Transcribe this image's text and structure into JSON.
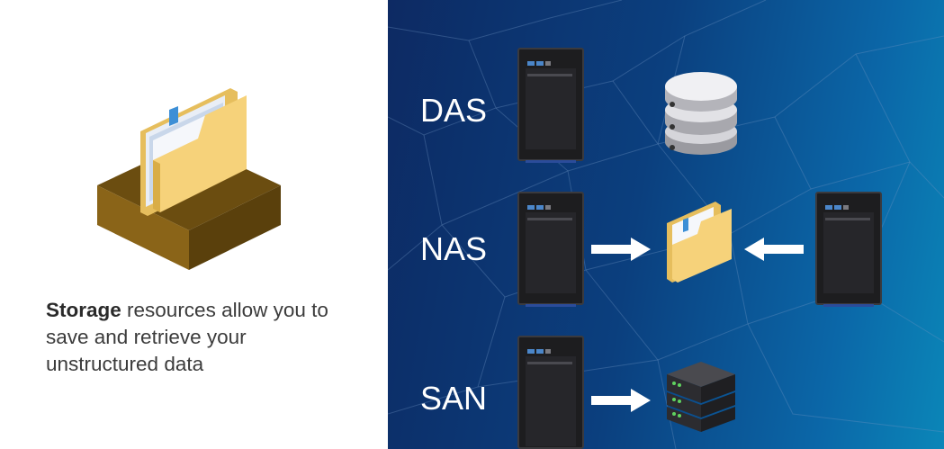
{
  "caption": {
    "bold": "Storage",
    "rest": " resources allow you to save and retrieve your unstructured data"
  },
  "rows": {
    "das": {
      "label": "DAS"
    },
    "nas": {
      "label": "NAS"
    },
    "san": {
      "label": "SAN"
    }
  }
}
